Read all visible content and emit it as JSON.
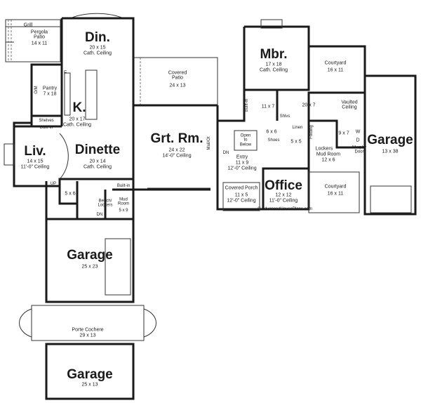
{
  "rooms": {
    "grill": "Grill",
    "pergola": "Pergola\nPatio",
    "pergola_dim": "14 x 11",
    "din": "Din.",
    "din_dim": "20 x 15",
    "din_ceiling": "Cath. Ceiling",
    "pantry": "Pantry",
    "pantry_dim": "7 x 18",
    "om": "O/M",
    "k": "K.",
    "k_dim": "20 x 17",
    "k_ceiling": "Cath. Ceiling",
    "shelves": "Shelves",
    "builtin1": "Built-in",
    "liv": "Liv.",
    "liv_dim": "14 x 15",
    "liv_ceiling": "11'-0\" Ceiling",
    "dinette": "Dinette",
    "dinette_dim": "20 x 14",
    "dinette_ceiling": "Cath. Ceiling",
    "covered_patio": "Covered\nPatio",
    "covered_patio_dim": "24 x 13",
    "grt": "Grt. Rm.",
    "grt_dim": "24 x 22",
    "grt_ceiling": "14'-0\" Ceiling",
    "mbr": "Mbr.",
    "mbr_dim": "17 x 18",
    "mbr_ceiling": "Cath. Ceiling",
    "courtyard1": "Courtyard",
    "courtyard1_dim": "16 x 11",
    "dim_11x7": "11 x 7",
    "dim_20x7": "20 x 7",
    "vaulted": "Vaulted\nCeiling",
    "shlvs": "Shlvs",
    "builtin2": "Built-in",
    "open_below": "Open\nto\nBelow",
    "dim_6x6": "6 x 6",
    "linen": "Linen",
    "shoes": "Shoes",
    "dim_5x5": "5 x 5",
    "folding": "Folding",
    "dim_9x7": "9 x 7",
    "w": "W",
    "d": "D",
    "garage_e": "Garage",
    "garage_e_dim": "13 x 38",
    "murphy": "Murphy\nDoor",
    "lockers2": "Lockers",
    "mudroom2": "Mud Room",
    "mudroom2_dim": "12 x 6",
    "entry": "Entry",
    "entry_dim": "11 x 9",
    "entry_ceiling": "12'-0\" Ceiling",
    "dn1": "DN",
    "mail": "Mail/Ot",
    "office": "Office",
    "office_dim": "12 x 12",
    "office_ceiling": "11'-0\" Ceiling",
    "covered_porch": "Covered Porch",
    "covered_porch_dim": "11 x 5",
    "covered_porch_ceiling": "12'-0\" Ceiling",
    "courtyard2": "Courtyard",
    "courtyard2_dim": "16 x 11",
    "website": "© AdvancedHousePlans.com",
    "up": "UP",
    "dim_5x6": "5 x 6",
    "bench": "Bench/\nLockers",
    "builtin3": "Built-in",
    "mudroom1": "Mud\nRoom",
    "mudroom1_dim": "5 x 9",
    "dn2": "DN",
    "garage_c": "Garage",
    "garage_c_dim": "25 x 23",
    "porte": "Porte Cochere",
    "porte_dim": "29 x 13",
    "garage_s": "Garage",
    "garage_s_dim": "25 x 13",
    "f": "F"
  }
}
